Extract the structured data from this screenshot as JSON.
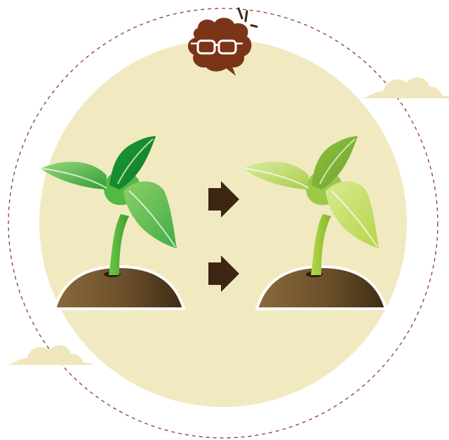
{
  "colors": {
    "background": "#ffffff",
    "circle_fill": "#f1eac1",
    "dashed_ring": "#8b3a2a",
    "cloud": "#efe6bd",
    "soil_light": "#8a6a3c",
    "soil_dark": "#3d2c16",
    "arrow": "#3d2613",
    "mascot": "#7c3419",
    "healthy_leaf": "#3fb23f",
    "healthy_leaf_light": "#a9dd8a",
    "healthy_stem": "#5dbe3c",
    "faded_leaf": "#a9cc46",
    "faded_leaf_light": "#d6ea95",
    "faded_stem": "#a1cc3e"
  },
  "icons": {
    "mascot": "thinking-head-with-glasses-icon",
    "arrow": "right-arrow-icon",
    "cloud": "cloud-icon",
    "sprout": "sprout-icon"
  },
  "scene": {
    "left_plant_state": "healthy-green",
    "right_plant_state": "yellowing",
    "arrow_count": 2
  }
}
